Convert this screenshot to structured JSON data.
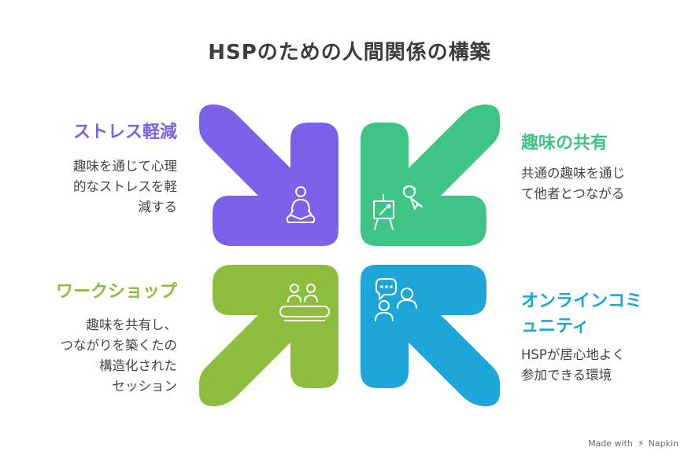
{
  "title": "HSPのための人間関係の構築",
  "colors": {
    "purple": "#7B61E8",
    "green": "#3EC585",
    "olive": "#8DBD3C",
    "blue": "#1EA6D8"
  },
  "quadrants": {
    "top_left": {
      "heading": "ストレス軽減",
      "description": "趣味を通じて心理\n的なストレスを軽\n減する",
      "icon": "meditation-person-icon"
    },
    "top_right": {
      "heading": "趣味の共有",
      "description": "共通の趣味を通じ\nて他者とつながる",
      "icon": "painter-easel-icon"
    },
    "bottom_left": {
      "heading": "ワークショップ",
      "description": "趣味を共有し、\nつながりを築くたの\n構造化された\nセッション",
      "icon": "workshop-group-icon"
    },
    "bottom_right": {
      "heading": "オンラインコミ\nュニティ",
      "description": "HSPが居心地よく\n参加できる環境",
      "icon": "chat-community-icon"
    }
  },
  "footer": {
    "made_with": "Made with",
    "brand": "Napkin"
  }
}
